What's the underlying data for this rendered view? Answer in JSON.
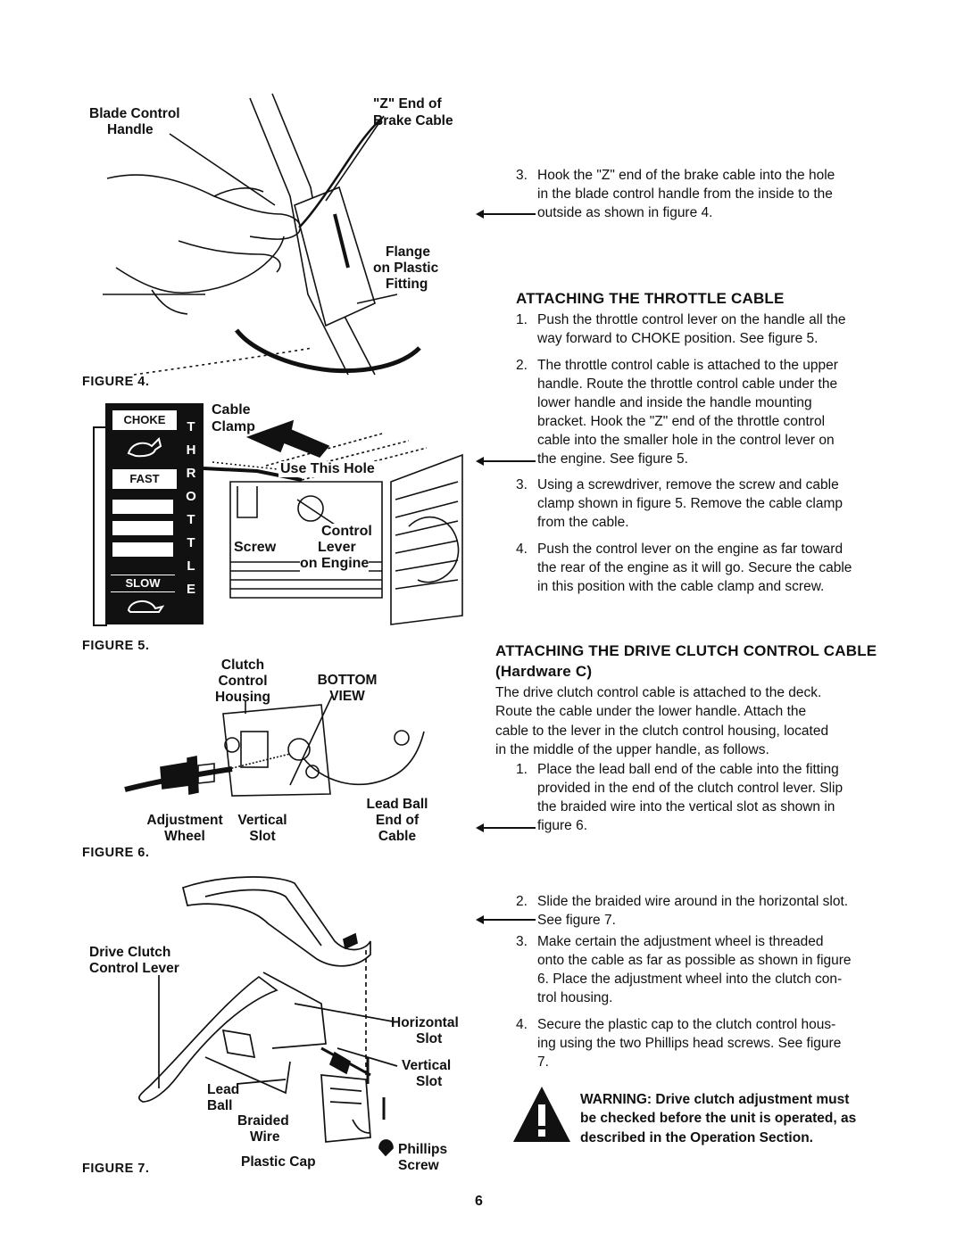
{
  "figure4": {
    "caption": "FIGURE 4.",
    "labels": {
      "blade_control_handle_1": "Blade Control",
      "blade_control_handle_2": "Handle",
      "z_end_1": "\"Z\" End of",
      "z_end_2": "Brake Cable",
      "flange_1": "Flange",
      "flange_2": "on Plastic",
      "flange_3": "Fitting"
    }
  },
  "figure5": {
    "caption": "FIGURE 5.",
    "panel": {
      "choke": "CHOKE",
      "fast": "FAST",
      "slow": "SLOW",
      "throttle_letters": [
        "T",
        "H",
        "R",
        "O",
        "T",
        "T",
        "L",
        "E"
      ]
    },
    "labels": {
      "cable_clamp_1": "Cable",
      "cable_clamp_2": "Clamp",
      "use_this_hole": "Use This Hole",
      "control_lever_1": "Control",
      "control_lever_2": "Lever",
      "control_lever_3": "on Engine",
      "screw": "Screw"
    }
  },
  "figure6": {
    "caption": "FIGURE 6.",
    "labels": {
      "clutch_1": "Clutch",
      "clutch_2": "Control",
      "clutch_3": "Housing",
      "bottom_view_1": "BOTTOM",
      "bottom_view_2": "VIEW",
      "lead_ball_1": "Lead Ball",
      "lead_ball_2": "End of Cable",
      "adjustment_1": "Adjustment",
      "adjustment_2": "Wheel",
      "vertical_1": "Vertical",
      "vertical_2": "Slot"
    }
  },
  "figure7": {
    "caption": "FIGURE 7.",
    "labels": {
      "drive_clutch_1": "Drive Clutch",
      "drive_clutch_2": "Control Lever",
      "horizontal_1": "Horizontal",
      "horizontal_2": "Slot",
      "vertical_1": "Vertical",
      "vertical_2": "Slot",
      "lead_ball_1": "Lead",
      "lead_ball_2": "Ball",
      "braided_1": "Braided",
      "braided_2": "Wire",
      "plastic_cap": "Plastic Cap",
      "phillips_1": "Phillips",
      "phillips_2": "Screw"
    }
  },
  "step3_brake": {
    "num": "3.",
    "lines": [
      "Hook the \"Z\" end of the brake cable into the hole",
      "in the blade control handle from the inside to the",
      "outside as shown in figure 4."
    ]
  },
  "throttle_section": {
    "heading": "ATTACHING THE THROTTLE CABLE",
    "steps": [
      {
        "num": "1.",
        "lines": [
          "Push the throttle control lever on the handle all the",
          "way forward to CHOKE position. See figure 5."
        ]
      },
      {
        "num": "2.",
        "lines": [
          "The throttle control cable is attached to the upper",
          "handle. Route the throttle control cable under the",
          "lower handle and inside the handle mounting",
          "bracket. Hook the \"Z\" end of the throttle control",
          "cable into the smaller hole in the control lever on",
          "the engine. See figure 5."
        ]
      },
      {
        "num": "3.",
        "lines": [
          "Using a screwdriver, remove the screw and cable",
          "clamp shown in figure 5. Remove the cable clamp",
          "from the cable."
        ]
      },
      {
        "num": "4.",
        "lines": [
          "Push the control lever on the engine as far toward",
          "the rear of the engine as it will go. Secure the cable",
          "in this position with the cable clamp and screw."
        ]
      }
    ]
  },
  "clutch_section": {
    "heading": "ATTACHING THE DRIVE CLUTCH CONTROL CABLE",
    "subheading": "(Hardware C)",
    "intro_lines": [
      "The drive clutch control cable is attached to the deck.",
      "Route the cable under the lower handle. Attach the",
      "cable to the lever in the clutch control housing, located",
      "in the middle of the upper handle, as follows."
    ],
    "steps": [
      {
        "num": "1.",
        "lines": [
          "Place the lead ball end of the cable into the fitting",
          "provided in the end of the clutch control lever. Slip",
          "the braided wire into the vertical slot as shown in",
          "figure 6."
        ]
      },
      {
        "num": "2.",
        "lines": [
          "Slide the braided wire around in the horizontal slot.",
          "See figure 7."
        ]
      },
      {
        "num": "3.",
        "lines": [
          "Make certain the adjustment wheel is threaded",
          "onto the cable as far as possible as shown in figure",
          "6. Place the adjustment wheel into the clutch con-",
          "trol housing."
        ]
      },
      {
        "num": "4.",
        "lines": [
          "Secure the plastic cap to the clutch control hous-",
          "ing using the two Phillips head screws. See figure",
          "7."
        ]
      }
    ],
    "warning_lines": [
      "WARNING: Drive clutch adjustment must",
      "be checked before the unit is operated, as",
      "described in the Operation Section."
    ]
  },
  "page_number": "6"
}
